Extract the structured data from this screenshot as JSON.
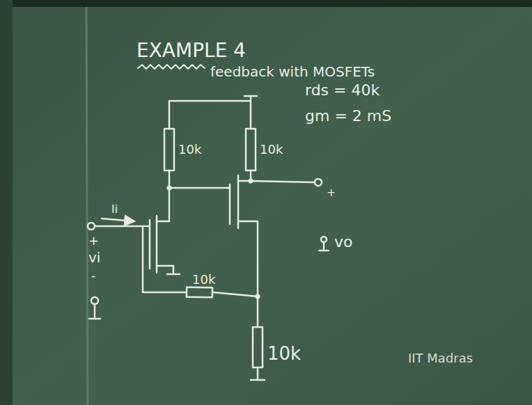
{
  "diagram": {
    "title": "EXAMPLE 4",
    "labels": [
      "feedback with MOSFETs",
      "rds = 40k",
      "gm = 2 mS",
      "10k",
      "10k",
      "Ii",
      "+",
      "vi",
      "-",
      "vo",
      "+",
      "10k",
      "10k",
      "IIT Madras"
    ]
  }
}
